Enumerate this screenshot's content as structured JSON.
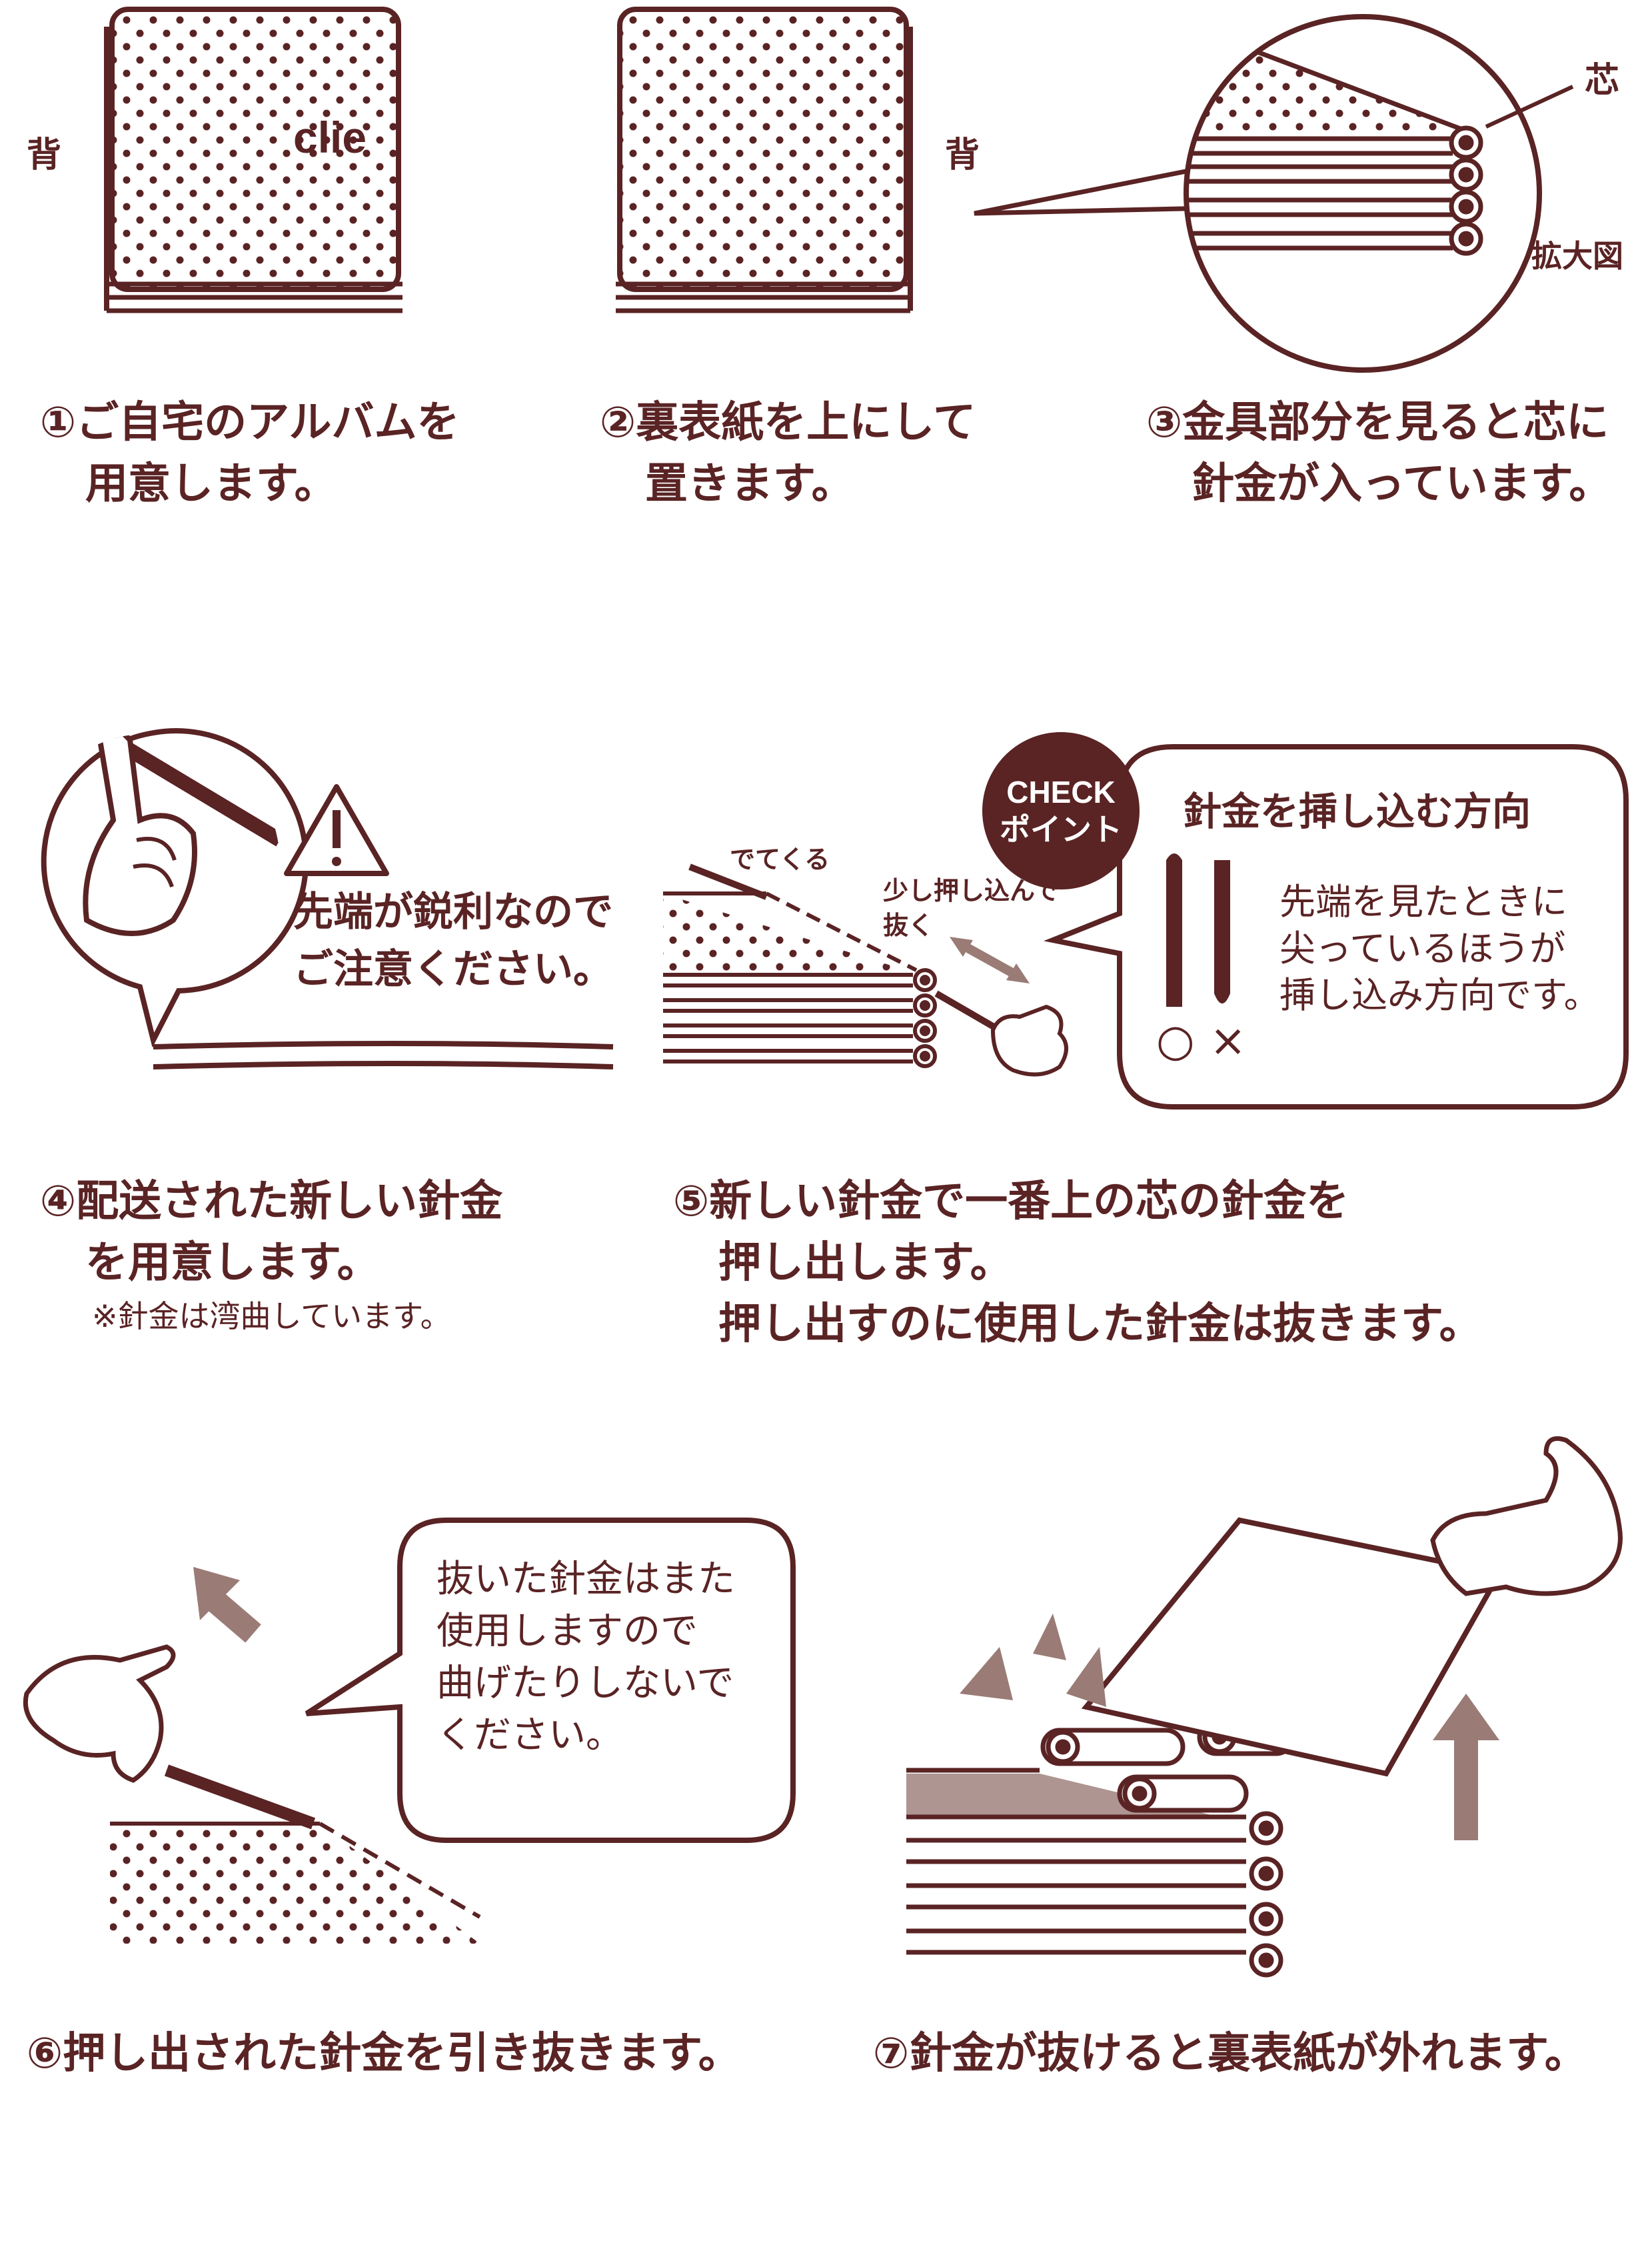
{
  "steps": [
    {
      "num": "①",
      "line1": "ご自宅のアルバムを",
      "line2": "用意します。"
    },
    {
      "num": "②",
      "line1": "裏表紙を上にして",
      "line2": "置きます。"
    },
    {
      "num": "③",
      "line1": "金具部分を見ると芯に",
      "line2": "針金が入っています。"
    },
    {
      "num": "④",
      "line1": "配送された新しい針金",
      "line2": "を用意します。",
      "note": "※針金は湾曲しています。"
    },
    {
      "num": "⑤",
      "line1": "新しい針金で一番上の芯の針金を",
      "line2": "押し出します。",
      "line3": "押し出すのに使用した針金は抜きます。"
    },
    {
      "num": "⑥",
      "line1": "押し出された針金を引き抜きます。"
    },
    {
      "num": "⑦",
      "line1": "針金が抜けると裏表紙が外れます。"
    }
  ],
  "labels": {
    "spine1": "背",
    "spine2": "背",
    "brand": "clie",
    "core": "芯",
    "enlarged": "拡大図",
    "warning_line1": "先端が鋭利なので",
    "warning_line2": "ご注意ください。",
    "comes_out": "でてくる",
    "push_line1": "少し押し込んで",
    "push_line2": "抜く"
  },
  "check": {
    "badge_line1": "CHECK",
    "badge_line2": "ポイント",
    "title": "針金を挿し込む方向",
    "body_line1": "先端を見たときに",
    "body_line2": "尖っているほうが",
    "body_line3": "挿し込み方向です。",
    "ok": "○",
    "ng": "×"
  },
  "bubble6": {
    "line1": "抜いた針金はまた",
    "line2": "使用しますので",
    "line3": "曲げたりしないで",
    "line4": "ください。"
  },
  "colors": {
    "ink": "#5a2324",
    "accent": "#9a7b76",
    "paper": "#ffffff"
  }
}
